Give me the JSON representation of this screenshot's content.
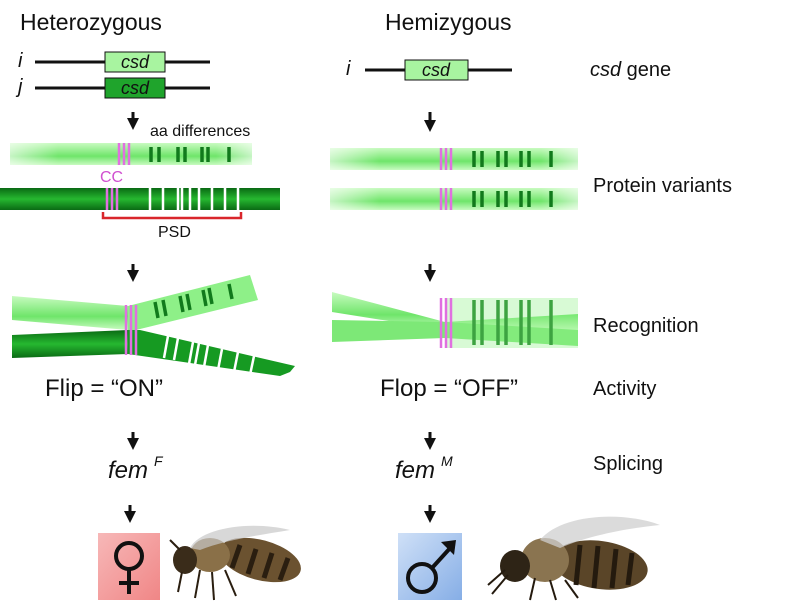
{
  "left": {
    "title": "Heterozygous",
    "allele_i": "i",
    "allele_j": "j",
    "gene_label": "csd",
    "aa_label": "aa differences",
    "cc_label": "CC",
    "psd_label": "PSD",
    "activity": "Flip = “ON”",
    "splice_gene": "fem",
    "splice_sup": "F"
  },
  "right": {
    "title": "Hemizygous",
    "allele_i": "i",
    "gene_label": "csd",
    "activity": "Flop = “OFF”",
    "splice_gene": "fem",
    "splice_sup": "M"
  },
  "rows": {
    "gene_italic": "csd",
    "gene_rest": " gene",
    "protein": "Protein variants",
    "recognition": "Recognition",
    "activity": "Activity",
    "splicing": "Splicing"
  },
  "colors": {
    "light_green": "#7ef07a",
    "dark_green": "#0f8a1f",
    "pink": "#e070e0",
    "psd_red": "#d9262b",
    "female_bg": "#f2a0a0",
    "male_bg": "#a8c6ee"
  }
}
